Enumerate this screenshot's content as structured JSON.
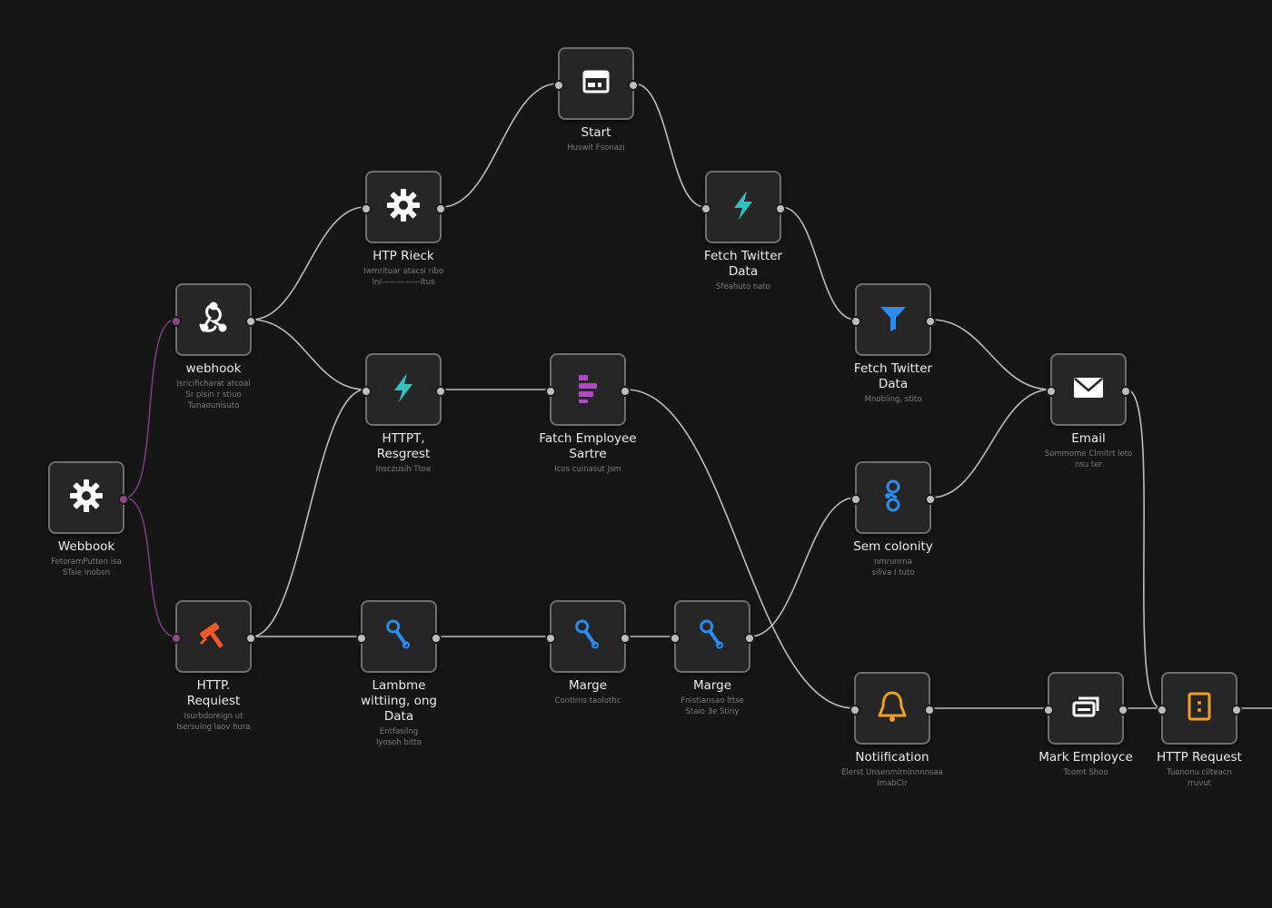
{
  "canvas": {
    "background": "#161616",
    "edge_color": "#bdbdbd",
    "trigger_edge_color": "#7a3f7a"
  },
  "nodes": [
    {
      "id": "start",
      "icon": "calendar-icon",
      "color": "#ffffff",
      "title": "Start",
      "sub": "Huswit Fsonazi"
    },
    {
      "id": "http-rieck",
      "icon": "gear-icon",
      "color": "#ffffff",
      "title": "HTP Rieck",
      "sub": "Iwmrituar atacsi ribo\nIn/—————Itus"
    },
    {
      "id": "fetch-twitter-1",
      "icon": "lightning-icon",
      "color": "#2ec4c4",
      "title": "Fetch Twitter\nData",
      "sub": "Sfeahuto nato"
    },
    {
      "id": "webhook-top",
      "icon": "webhook-icon",
      "color": "#ffffff",
      "title": "webhook",
      "sub": "Isricificharat atcoal\nSr pisin r stiuo\nTunaounisuto"
    },
    {
      "id": "httpt-resgrest",
      "icon": "lightning-icon",
      "color": "#2ec4c4",
      "title": "HTTPT,\nResgrest",
      "sub": "Insczusih Ttoe"
    },
    {
      "id": "fatch-employee",
      "icon": "bars-icon",
      "color": "#b048c8",
      "title": "Fatch Employee\nSartre",
      "sub": "Icos cuinasut Jsm"
    },
    {
      "id": "fetch-twitter-2",
      "icon": "filter-icon",
      "color": "#2a8cf0",
      "title": "Fetch Twitter\nData",
      "sub": "Mnobling, stito"
    },
    {
      "id": "email",
      "icon": "envelope-icon",
      "color": "#ffffff",
      "title": "Email",
      "sub": "Sommome Clmitrt leto\nnsu ter"
    },
    {
      "id": "webbook",
      "icon": "gear-icon",
      "color": "#ffffff",
      "title": "Webbook",
      "sub": "FetoramPutten isa\nSTsie Inobsn"
    },
    {
      "id": "sem-colonity",
      "icon": "link-icon",
      "color": "#2a8cf0",
      "title": "Sem colonity",
      "sub": "nmrunrna\nsiliva I tuto"
    },
    {
      "id": "http-request-1",
      "icon": "hammer-icon",
      "color": "#f05a28",
      "title": "HTTP.\nRequiest",
      "sub": "Isurbdoreign ut\nIsersuing laov hura"
    },
    {
      "id": "lambme",
      "icon": "wrench-icon",
      "color": "#2a8cf0",
      "title": "Lambme\nwittiing, ong\nData",
      "sub": "Entfasilng\nIyosoh bitto"
    },
    {
      "id": "marge-1",
      "icon": "wrench-icon",
      "color": "#2a8cf0",
      "title": "Marge",
      "sub": "Contirns taolothc"
    },
    {
      "id": "marge-2",
      "icon": "wrench-icon",
      "color": "#2a8cf0",
      "title": "Marge",
      "sub": "Fnistiansao lttse\nStaio 3e Stiny"
    },
    {
      "id": "notification",
      "icon": "bell-icon",
      "color": "#f0a020",
      "title": "Notiification",
      "sub": "Elerst Unsenmirninnnnsaa\nImabCir"
    },
    {
      "id": "mark-employee",
      "icon": "stack-icon",
      "color": "#ffffff",
      "title": "Mark Employce",
      "sub": "Tcomt Shoo"
    },
    {
      "id": "http-request-2",
      "icon": "panel-icon",
      "color": "#f0a020",
      "title": "HTTP Request",
      "sub": "Tuononu cilteacn\nrruvut"
    }
  ],
  "edges": [
    [
      "webbook",
      "webhook-top"
    ],
    [
      "webbook",
      "http-request-1"
    ],
    [
      "webhook-top",
      "http-rieck"
    ],
    [
      "webhook-top",
      "httpt-resgrest"
    ],
    [
      "http-rieck",
      "start"
    ],
    [
      "start",
      "fetch-twitter-1"
    ],
    [
      "fetch-twitter-1",
      "fetch-twitter-2"
    ],
    [
      "fetch-twitter-2",
      "email"
    ],
    [
      "httpt-resgrest",
      "fatch-employee"
    ],
    [
      "fatch-employee",
      "notification"
    ],
    [
      "http-request-1",
      "httpt-resgrest"
    ],
    [
      "http-request-1",
      "lambme"
    ],
    [
      "lambme",
      "marge-1"
    ],
    [
      "marge-1",
      "marge-2"
    ],
    [
      "marge-2",
      "sem-colonity"
    ],
    [
      "sem-colonity",
      "email"
    ],
    [
      "email",
      "http-request-2"
    ],
    [
      "notification",
      "mark-employee"
    ],
    [
      "mark-employee",
      "http-request-2"
    ]
  ]
}
